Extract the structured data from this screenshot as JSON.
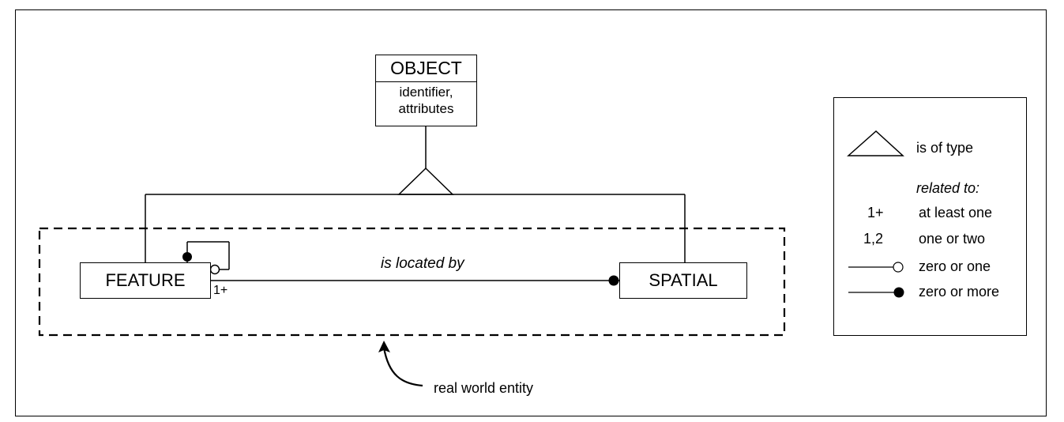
{
  "object_entity": {
    "title": "OBJECT",
    "attributes_line1": "identifier,",
    "attributes_line2": "attributes"
  },
  "feature_entity": {
    "label": "FEATURE"
  },
  "spatial_entity": {
    "label": "SPATIAL"
  },
  "relationship": {
    "label": "is located by",
    "multiplicity": "1+"
  },
  "annotation": {
    "text": "real world entity"
  },
  "legend": {
    "is_of_type": "is of type",
    "related_to": "related to:",
    "rows": [
      {
        "symbol": "1+",
        "meaning": "at least one"
      },
      {
        "symbol": "1,2",
        "meaning": "one or two"
      },
      {
        "symbol": "open-circle-line",
        "meaning": "zero or one"
      },
      {
        "symbol": "filled-circle-line",
        "meaning": "zero or more"
      }
    ]
  }
}
